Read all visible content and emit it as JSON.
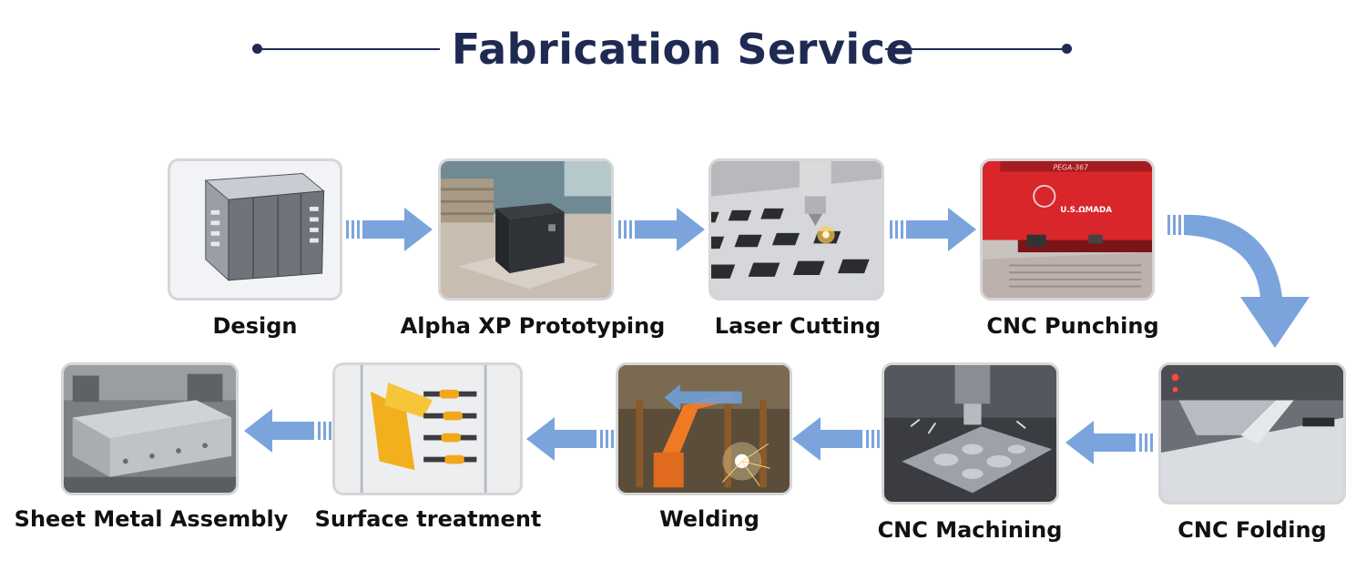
{
  "title": "Fabrication Service",
  "steps": [
    {
      "label": "Design"
    },
    {
      "label": "Alpha XP Prototyping"
    },
    {
      "label": "Laser Cutting"
    },
    {
      "label": "CNC Punching"
    },
    {
      "label": "CNC Folding"
    },
    {
      "label": "CNC Machining"
    },
    {
      "label": "Welding"
    },
    {
      "label": "Surface treatment"
    },
    {
      "label": "Sheet Metal Assembly"
    }
  ],
  "machine_brand": "U.S.ΩMADA",
  "machine_model": "PEGA-367",
  "colors": {
    "title": "#1f2a52",
    "arrow": "#7ba4dd",
    "label": "#111111"
  }
}
